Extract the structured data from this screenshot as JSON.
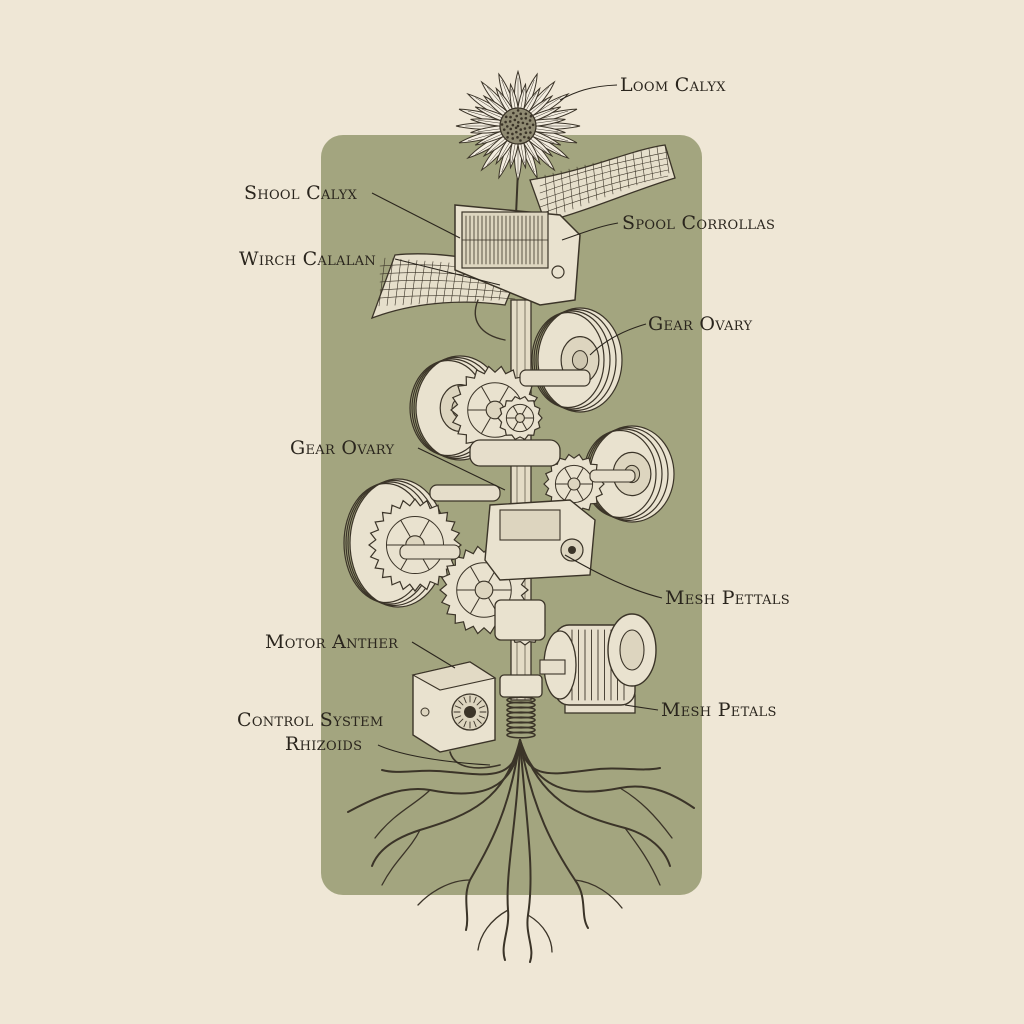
{
  "labels": {
    "loom_calyx": "Loom Calyx",
    "shool_calyx": "Shool Calyx",
    "spool_corrollas": "Spool Corrollas",
    "wirch_calalan": "Wirch Calalan",
    "gear_ovary_top": "Gear Ovary",
    "gear_ovary_mid": "Gear Ovary",
    "mesh_pettals": "Mesh Pettals",
    "motor_anther": "Motor Anther",
    "mesh_petals": "Mesh Petals",
    "control_system": "Control System",
    "rhizoids": "Rhizoids"
  },
  "colors": {
    "background": "#efe7d6",
    "panel": "#a3a57f",
    "ink": "#3b3428",
    "part_fill": "#e9e2cf"
  }
}
